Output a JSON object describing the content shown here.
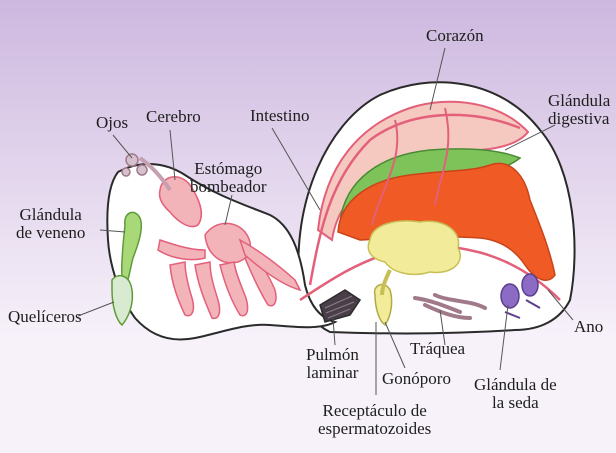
{
  "colors": {
    "bg_top": "#cdb8df",
    "bg_bottom": "#f7f2fa",
    "body_fill": "#ffffff",
    "outline": "#2a2a2a",
    "heart_pink": "#f6c9c0",
    "vessel": "#e3607a",
    "digestive_green": "#7ec35a",
    "digestive_orange": "#ef5a25",
    "yellow_organ": "#f2ec9a",
    "trachea": "#a07a8a",
    "silk_gland": "#8c6bc4",
    "book_lung": "#4a3f48"
  },
  "labels": {
    "corazon": "Corazón",
    "glandula_digestiva": [
      "Glándula",
      "digestiva"
    ],
    "ojos": "Ojos",
    "cerebro": "Cerebro",
    "intestino": "Intestino",
    "estomago_bombeador": [
      "Estómago",
      "bombeador"
    ],
    "glandula_veneno": [
      "Glándula",
      "de veneno"
    ],
    "queliceros": "Quelíceros",
    "pulmon_laminar": [
      "Pulmón",
      "laminar"
    ],
    "gonoporo": "Gonóporo",
    "traquea": "Tráquea",
    "glandula_seda": [
      "Glándula de",
      "la seda"
    ],
    "receptaculo": [
      "Receptáculo de",
      "espermatozoides"
    ],
    "ano": "Ano"
  }
}
